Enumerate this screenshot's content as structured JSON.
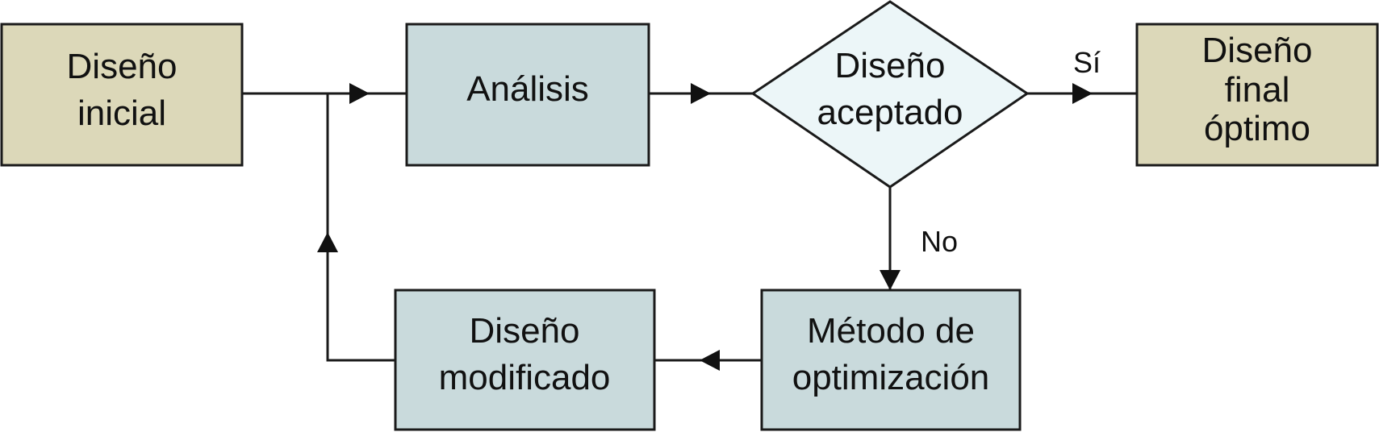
{
  "nodes": {
    "initial_design": [
      "Diseño",
      "inicial"
    ],
    "analysis": [
      "Análisis"
    ],
    "decision": [
      "Diseño",
      "aceptado"
    ],
    "final_design": [
      "Diseño",
      "final",
      "óptimo"
    ],
    "optimization_method": [
      "Método de",
      "optimización"
    ],
    "modified_design": [
      "Diseño",
      "modificado"
    ]
  },
  "edges": {
    "yes_label": "Sí",
    "no_label": "No"
  },
  "colors": {
    "terminal_fill": "#dcd8b9",
    "process_fill": "#c9dadc",
    "decision_fill": "#ecf6f8",
    "stroke": "#1a1a1a"
  }
}
